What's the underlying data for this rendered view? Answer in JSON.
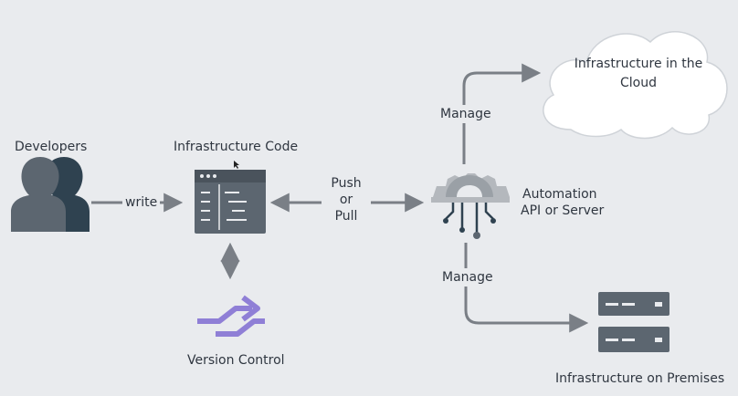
{
  "nodes": {
    "developers": "Developers",
    "infra_code": "Infrastructure Code",
    "automation_line1": "Automation",
    "automation_line2": "API or Server",
    "cloud_line1": "Infrastructure in the",
    "cloud_line2": "Cloud",
    "version_control": "Version Control",
    "on_premises": "Infrastructure on Premises"
  },
  "edges": {
    "write": "write",
    "push_line1": "Push",
    "push_line2": "or",
    "push_line3": "Pull",
    "manage_cloud": "Manage",
    "manage_premises": "Manage"
  },
  "colors": {
    "background": "#e9ebee",
    "icon_slate": "#5c6670",
    "arrow_gray": "#7a7f86",
    "version_purple": "#8f7fd6",
    "cloud_fill": "#ffffff"
  },
  "icons": [
    "developers-icon",
    "code-window-icon",
    "automation-gear-icon",
    "cloud-icon",
    "version-control-icon",
    "server-rack-icon"
  ]
}
